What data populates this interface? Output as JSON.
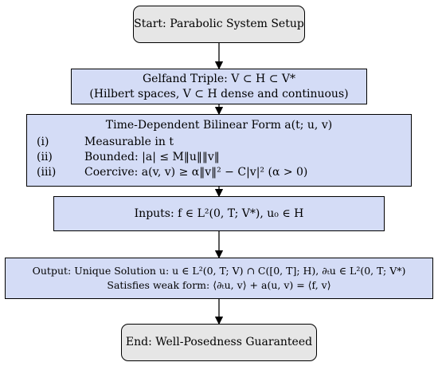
{
  "nodes": {
    "start": "Start: Parabolic System Setup",
    "gelfand": {
      "line1": "Gelfand Triple: V ⊂ H ⊂ V*",
      "line2": "(Hilbert spaces, V ⊂ H dense and continuous)"
    },
    "bilinear": {
      "title": "Time-Dependent Bilinear Form a(t; u, v)",
      "conditions": [
        {
          "num": "(i)",
          "text": "Measurable in t"
        },
        {
          "num": "(ii)",
          "text": "Bounded: |a| ≤ M‖u‖‖v‖"
        },
        {
          "num": "(iii)",
          "text": "Coercive: a(v, v) ≥ α‖v‖² − C|v|² (α > 0)"
        }
      ]
    },
    "inputs": "Inputs: f ∈ L²(0, T; V*), u₀ ∈ H",
    "output": {
      "line1": "Output: Unique Solution u: u ∈ L²(0, T; V) ∩ C([0, T]; H), ∂ₜu ∈ L²(0, T; V*)",
      "line2": "Satisfies weak form: ⟨∂ₜu, v⟩ + a(u, v) = ⟨f, v⟩"
    },
    "end": "End: Well-Posedness Guaranteed"
  },
  "colors": {
    "terminal_fill": "#e6e6e6",
    "process_fill": "#d4dcf6",
    "stroke": "#000000"
  }
}
